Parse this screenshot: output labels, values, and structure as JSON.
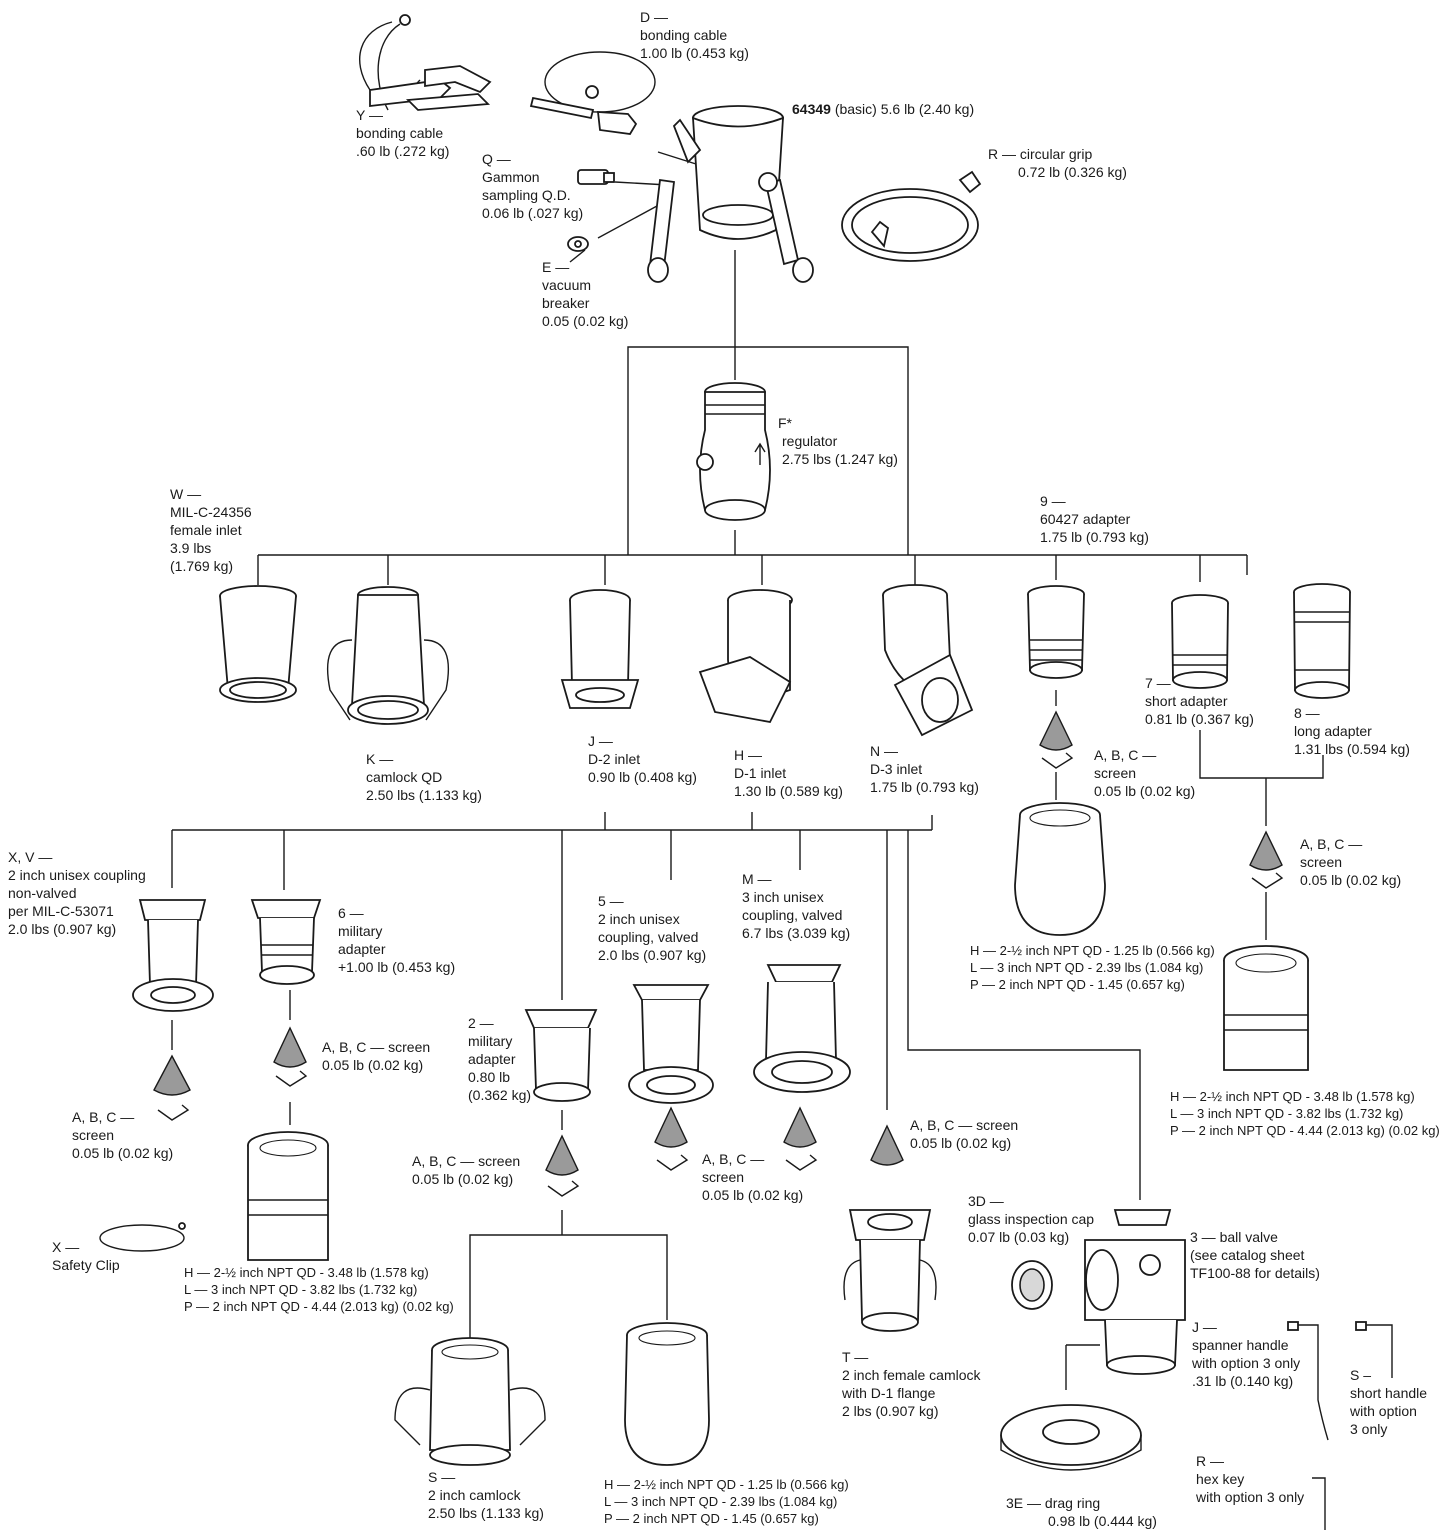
{
  "parts": {
    "D": [
      "D —",
      "bonding cable",
      "1.00 lb  (0.453 kg)"
    ],
    "Y": [
      "Y —",
      "bonding cable",
      ".60 lb (.272 kg)"
    ],
    "Q": [
      "Q —",
      "Gammon",
      "sampling Q.D.",
      "0.06 lb (.027 kg)"
    ],
    "E": [
      "E —",
      "vacuum",
      "breaker",
      "0.05 (0.02 kg)"
    ],
    "base_bold": "64349",
    "base_rest": " (basic)  5.6 lb (2.40 kg)",
    "R_grip": [
      "R — circular grip",
      "0.72 lb (0.326 kg)"
    ],
    "F": [
      "F*",
      "regulator",
      "2.75 lbs (1.247 kg)"
    ],
    "W": [
      "W —",
      "MIL-C-24356",
      "female inlet",
      "3.9 lbs",
      "(1.769 kg)"
    ],
    "nine": [
      "9 —",
      "60427 adapter",
      "1.75 lb (0.793 kg)"
    ],
    "K": [
      "K —",
      "camlock QD",
      "2.50 lbs (1.133 kg)"
    ],
    "J": [
      "J —",
      "D-2 inlet",
      "0.90 lb (0.408 kg)"
    ],
    "H": [
      "H —",
      "D-1 inlet",
      "1.30 lb (0.589 kg)"
    ],
    "N": [
      "N —",
      "D-3 inlet",
      "1.75 lb (0.793 kg)"
    ],
    "seven": [
      "7 —",
      "short adapter",
      "0.81 lb (0.367 kg)"
    ],
    "eight": [
      "8 —",
      "long adapter",
      "1.31 lbs (0.594 kg)"
    ],
    "screen_r1": [
      "A, B, C —",
      "screen",
      "0.05 lb (0.02 kg)"
    ],
    "screen_r2": [
      "A, B, C —",
      "screen",
      "0.05 lb (0.02 kg)"
    ],
    "qd_r1": [
      "H — 2-½ inch NPT QD - 1.25 lb (0.566 kg)",
      "L — 3 inch NPT QD - 2.39 lbs (1.084 kg)",
      "P — 2 inch NPT QD -  1.45 (0.657 kg)"
    ],
    "qd_r2": [
      "H — 2-½ inch NPT QD - 3.48 lb (1.578 kg)",
      "L — 3 inch NPT QD - 3.82 lbs (1.732 kg)",
      "P — 2 inch NPT QD - 4.44 (2.013 kg) (0.02 kg)"
    ],
    "XV": [
      "X, V —",
      "2 inch unisex coupling",
      "non-valved",
      "per MIL-C-53071",
      " 2.0 lbs (0.907 kg)"
    ],
    "six": [
      "6 —",
      "military",
      " adapter",
      "+1.00 lb (0.453 kg)"
    ],
    "five": [
      "5 —",
      "2 inch unisex",
      "coupling, valved",
      "2.0 lbs (0.907 kg)"
    ],
    "M": [
      "M —",
      "3 inch unisex",
      "coupling, valved",
      "6.7 lbs (3.039 kg)"
    ],
    "two": [
      "2 —",
      "military",
      "adapter",
      "0.80 lb",
      "(0.362 kg)"
    ],
    "screen_xv": [
      "A, B, C —",
      "screen",
      "0.05 lb (0.02 kg)"
    ],
    "screen_6": [
      "A, B, C — screen",
      "0.05 lb (0.02 kg)"
    ],
    "screen_2": [
      "A, B, C — screen",
      "0.05 lb (0.02 kg)"
    ],
    "screen_5M": [
      "A, B, C —",
      "screen",
      "0.05 lb (0.02 kg)"
    ],
    "screen_T": [
      "A, B, C — screen",
      "0.05 lb (0.02 kg)"
    ],
    "X_clip": [
      "X —",
      "Safety Clip"
    ],
    "qd_6": [
      "H — 2-½ inch NPT QD - 3.48 lb (1.578 kg)",
      "L — 3 inch NPT QD - 3.82 lbs (1.732 kg)",
      "P — 2 inch NPT QD - 4.44 (2.013 kg) (0.02 kg)"
    ],
    "qd_2": [
      "H — 2-½ inch NPT QD - 1.25 lb (0.566 kg)",
      "L — 3 inch NPT QD - 2.39 lbs (1.084 kg)",
      "P — 2 inch NPT QD - 1.45 (0.657 kg)"
    ],
    "S_cam": [
      "S —",
      "2 inch camlock",
      "2.50 lbs (1.133 kg)"
    ],
    "T": [
      "T —",
      "2 inch female camlock",
      "with D-1 flange",
      " 2 lbs (0.907 kg)"
    ],
    "3D": [
      "3D —",
      "glass inspection cap",
      " 0.07 lb  (0.03 kg)"
    ],
    "3": [
      "3 — ball valve",
      "(see catalog sheet",
      "TF100-88 for details)"
    ],
    "J_sp": [
      "J —",
      "spanner handle",
      "with option 3 only",
      ".31 lb (0.140 kg)"
    ],
    "S_sh": [
      "S –",
      "short handle",
      "with option",
      "3 only"
    ],
    "R_hex": [
      "R —",
      "hex key",
      "with option 3 only"
    ],
    "3E": [
      "3E — drag ring",
      "0.98 lb (0.444 kg)"
    ]
  }
}
